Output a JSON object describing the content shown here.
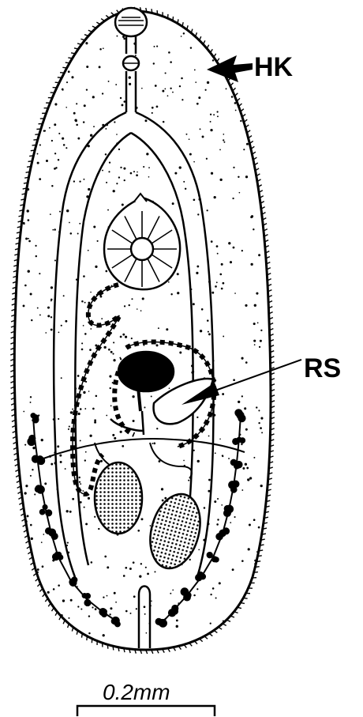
{
  "labels": {
    "hk": "HK",
    "rs": "RS"
  },
  "scale_bar": {
    "text": "0.2mm"
  },
  "colors": {
    "ink": "#000000",
    "paper": "#ffffff"
  }
}
